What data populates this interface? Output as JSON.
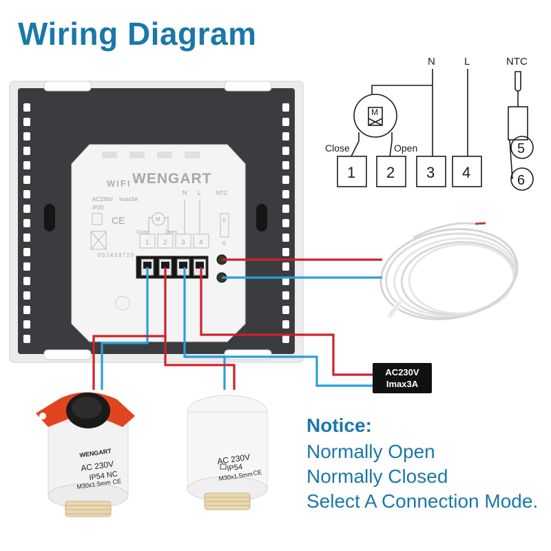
{
  "title": "Wiring Diagram",
  "schematic": {
    "neutral_label": "N",
    "live_label": "L",
    "ntc_label": "NTC",
    "close_label": "Close",
    "open_label": "Open",
    "motor_label": "M",
    "terminals": [
      "1",
      "2",
      "3",
      "4"
    ],
    "sensor_terminals": [
      "5",
      "6"
    ]
  },
  "thermostat": {
    "brand": "WENGART",
    "wifi_label": "WIFI",
    "voltage_label": "AC230V",
    "current_label": "Imax3A",
    "ip_label": "IP20",
    "ce_label": "CE",
    "n_label": "N",
    "l_label": "L",
    "ntc_label": "NTC",
    "close_label": "Close",
    "open_label": "Open",
    "motor_label": "M",
    "terminals": [
      "1",
      "2",
      "3",
      "4"
    ],
    "sensor_terminals": [
      "5",
      "6"
    ],
    "serial": "052433720"
  },
  "power_spec": {
    "voltage": "AC230V",
    "current": "Imax3A"
  },
  "actuator_nc": {
    "brand": "WENGART",
    "voltage": "AC 230V",
    "rating": "IP54 NC",
    "thread": "M30x1.5mm",
    "ce": "CE"
  },
  "actuator_no": {
    "voltage": "AC 230V",
    "rating": "IP54",
    "thread": "M30x1.5mm",
    "ce": "CE"
  },
  "notice": {
    "heading": "Notice:",
    "lines": [
      "Normally Open",
      "Normally Closed",
      "Select A Connection Mode."
    ]
  },
  "colors": {
    "title": "#1a78a8",
    "wire_red": "#d0202a",
    "wire_blue": "#2a9fd8",
    "housing": "#3a3c40",
    "actuator_accent": "#e0451f"
  }
}
